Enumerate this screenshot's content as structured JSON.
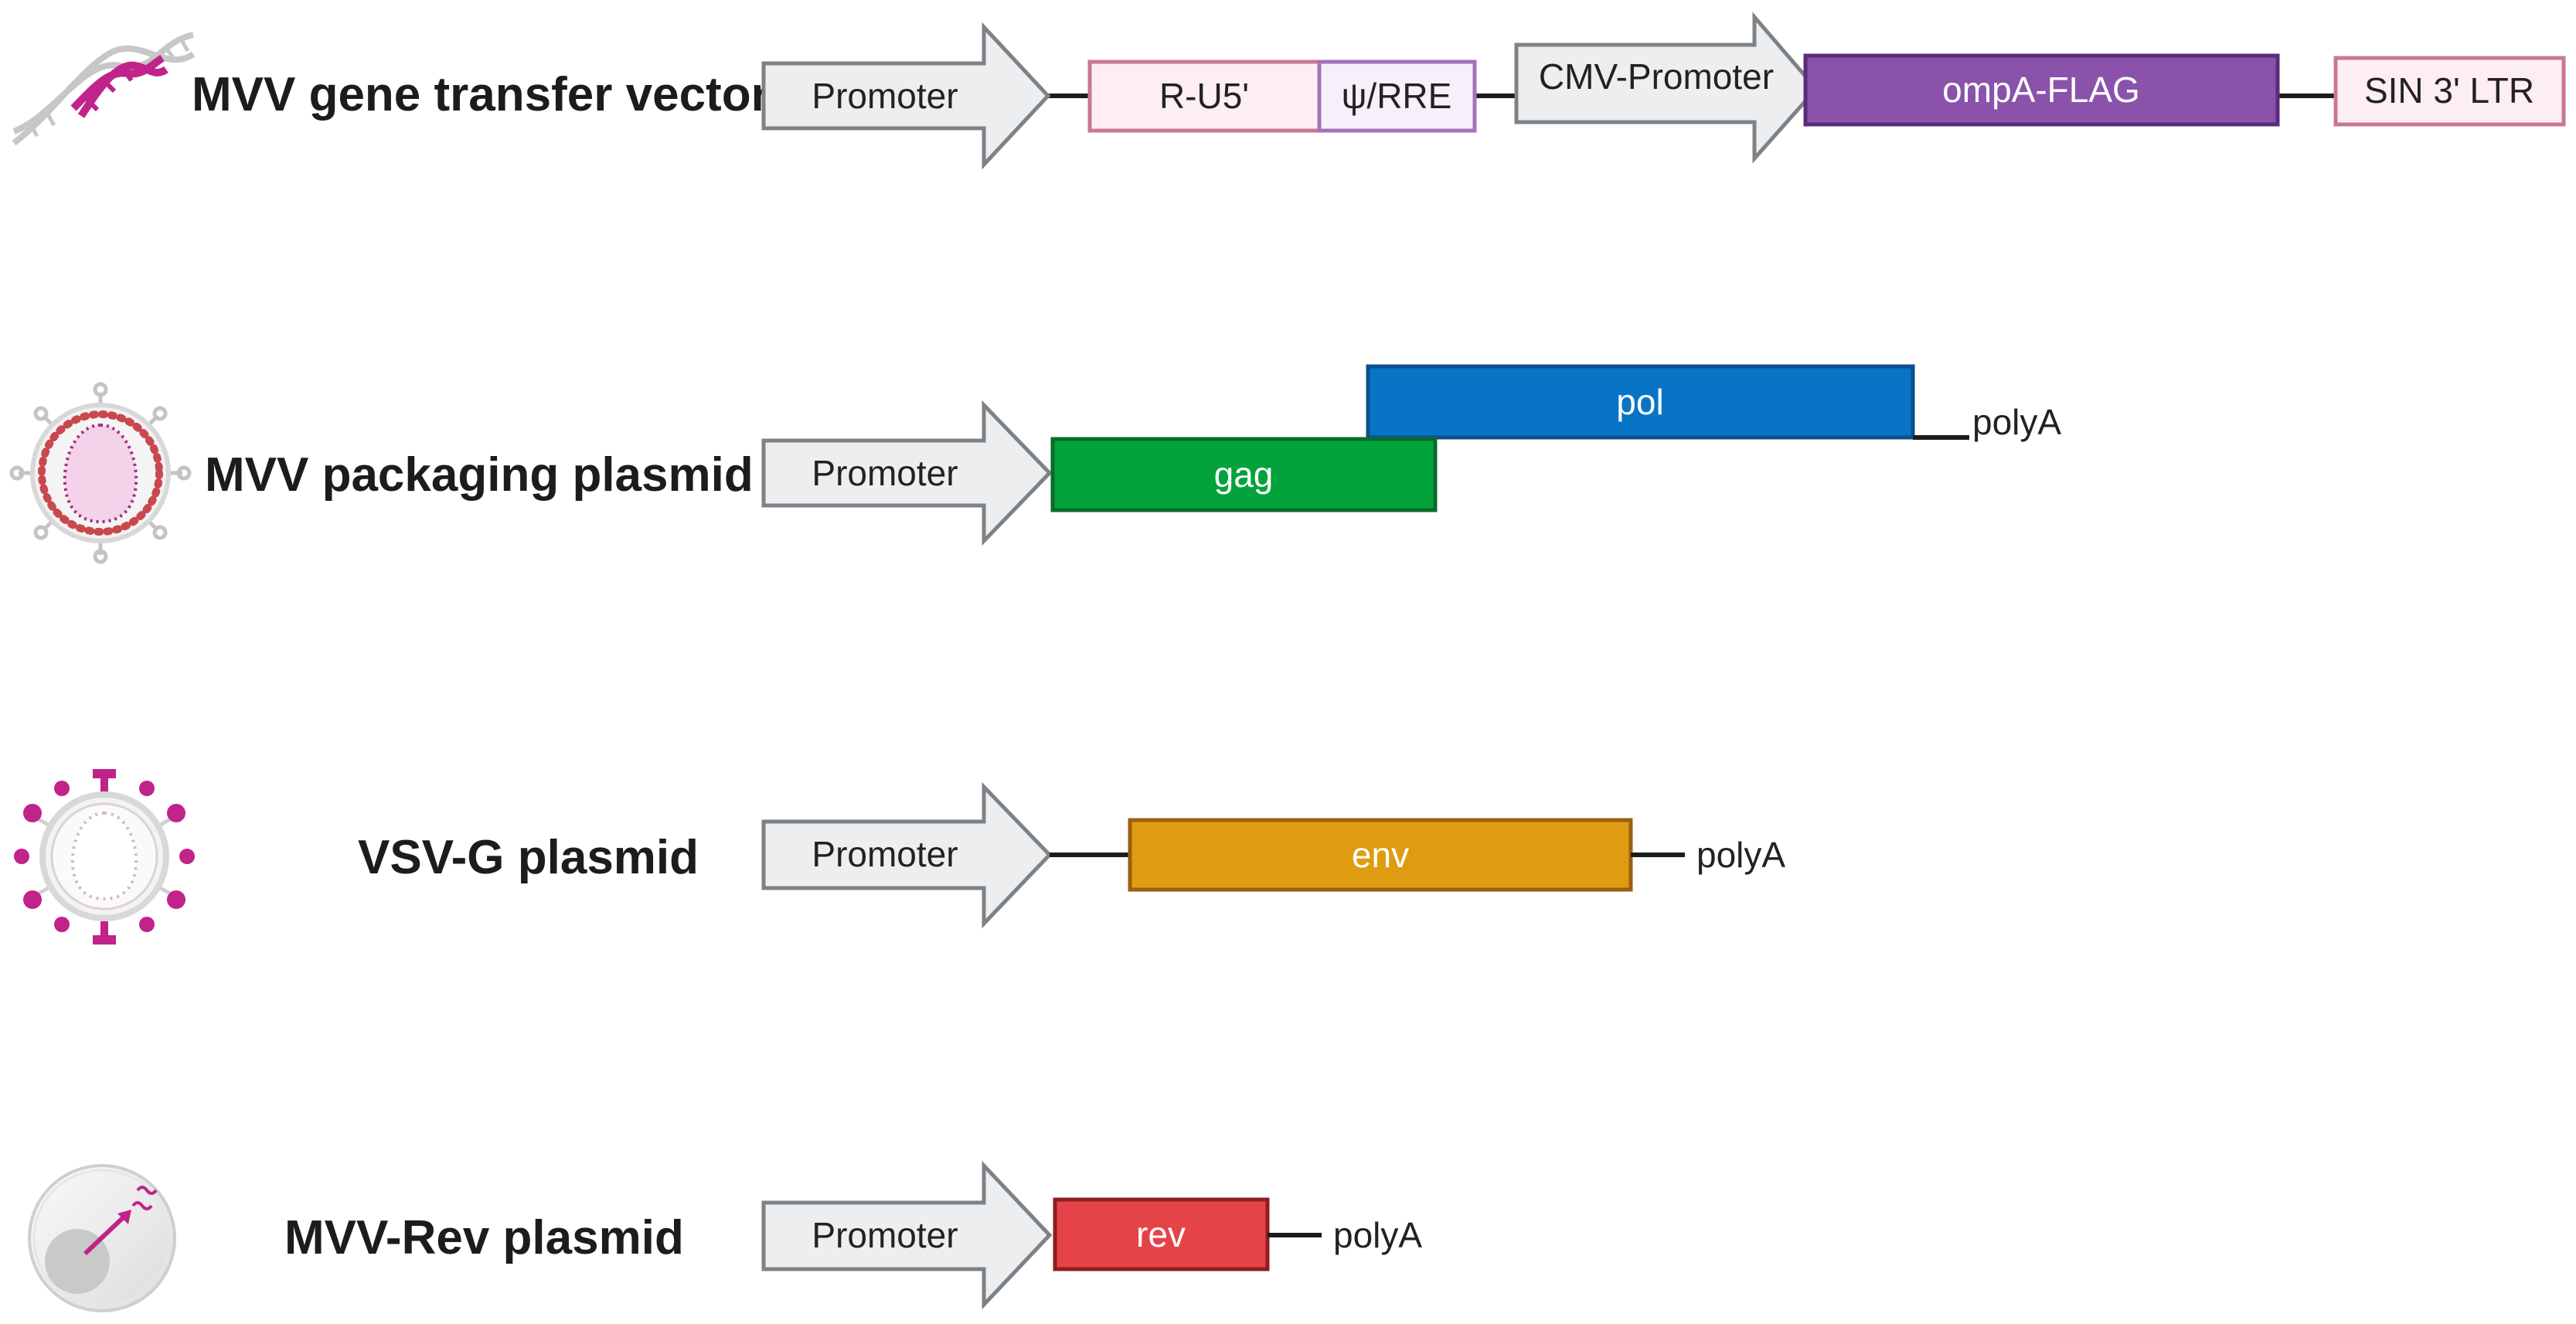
{
  "rows": {
    "vector": {
      "title": "MVV gene transfer vector",
      "promoter": "Promoter",
      "r_u5": "R-U5'",
      "psi_rre": "ψ/RRE",
      "cmv_promoter": "CMV-Promoter",
      "ompa_flag": "ompA-FLAG",
      "sin_ltr": "SIN 3' LTR"
    },
    "packaging": {
      "title": "MVV packaging plasmid",
      "promoter": "Promoter",
      "pol": "pol",
      "gag": "gag",
      "polya": "polyA"
    },
    "vsvg": {
      "title": "VSV-G plasmid",
      "promoter": "Promoter",
      "env": "env",
      "polya": "polyA"
    },
    "rev": {
      "title": "MVV-Rev  plasmid",
      "promoter": "Promoter",
      "rev": "rev",
      "polya": "polyA"
    }
  },
  "icons": {
    "row1": "dna-helix-icon",
    "row2": "lentivirus-particle-icon",
    "row3": "vsv-g-pseudotyped-virus-icon",
    "row4": "cell-transduction-icon"
  },
  "colors": {
    "promoter_fill": "#eceeef",
    "promoter_stroke": "#7d8287",
    "r_u5_fill": "#fdeef2",
    "r_u5_stroke": "#c97890",
    "psi_rre_fill": "#f7f0fb",
    "psi_rre_stroke": "#a572b8",
    "ompa_flag_fill": "#8a52ab",
    "ompa_flag_stroke": "#5a2c78",
    "sin_ltr_fill": "#fdeef2",
    "sin_ltr_stroke": "#c97890",
    "pol_fill": "#0874c6",
    "pol_stroke": "#0b4f8e",
    "gag_fill": "#03a33c",
    "gag_stroke": "#0a6b2c",
    "env_fill": "#e09c10",
    "env_stroke": "#9a5f12",
    "rev_fill": "#e44348",
    "rev_stroke": "#8e1c22",
    "accent_magenta": "#c0238a"
  }
}
